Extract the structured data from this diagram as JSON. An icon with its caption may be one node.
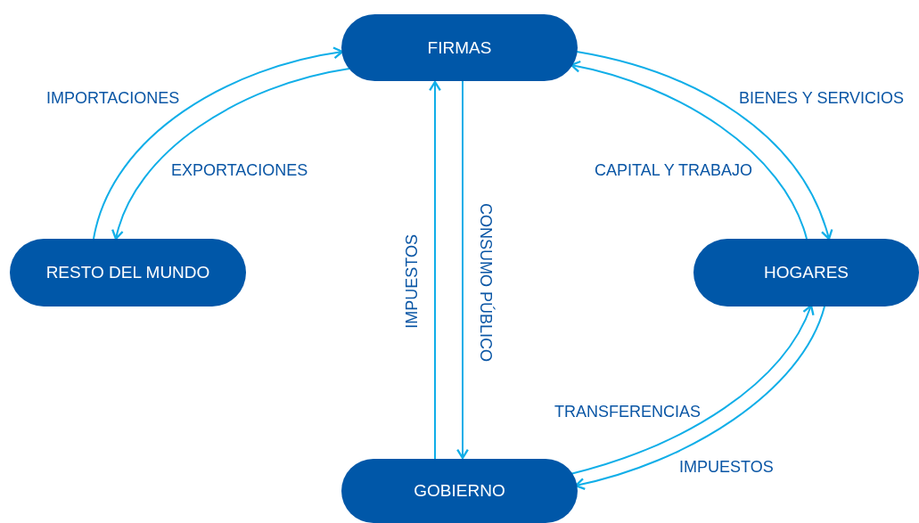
{
  "diagram": {
    "nodes": [
      {
        "text": [
          "FIRMAS"
        ]
      },
      {
        "text": [
          "RESTO DEL MUNDO"
        ]
      },
      {
        "text": [
          "HOGARES"
        ]
      },
      {
        "text": [
          "GOBIERNO"
        ]
      }
    ],
    "edges": [
      {
        "from": 1,
        "to": 0,
        "arrow": "to",
        "label": "IMPORTACIONES"
      },
      {
        "from": 0,
        "to": 1,
        "arrow": "to",
        "label": "EXPORTACIONES"
      },
      {
        "from": 0,
        "to": 2,
        "arrow": "to",
        "label": "BIENES Y SERVICIOS"
      },
      {
        "from": 2,
        "to": 0,
        "arrow": "to",
        "label": "CAPITAL Y TRABAJO"
      },
      {
        "from": 2,
        "to": 3,
        "arrow": "to",
        "label": "IMPUESTOS"
      },
      {
        "from": 3,
        "to": 2,
        "arrow": "to",
        "label": "TRANSFERENCIAS"
      },
      {
        "from": 3,
        "to": 0,
        "arrow": "to",
        "label": "IMPUESTOS"
      },
      {
        "from": 0,
        "to": 3,
        "arrow": "to",
        "label": "CONSUMO PÚBLICO"
      }
    ]
  }
}
